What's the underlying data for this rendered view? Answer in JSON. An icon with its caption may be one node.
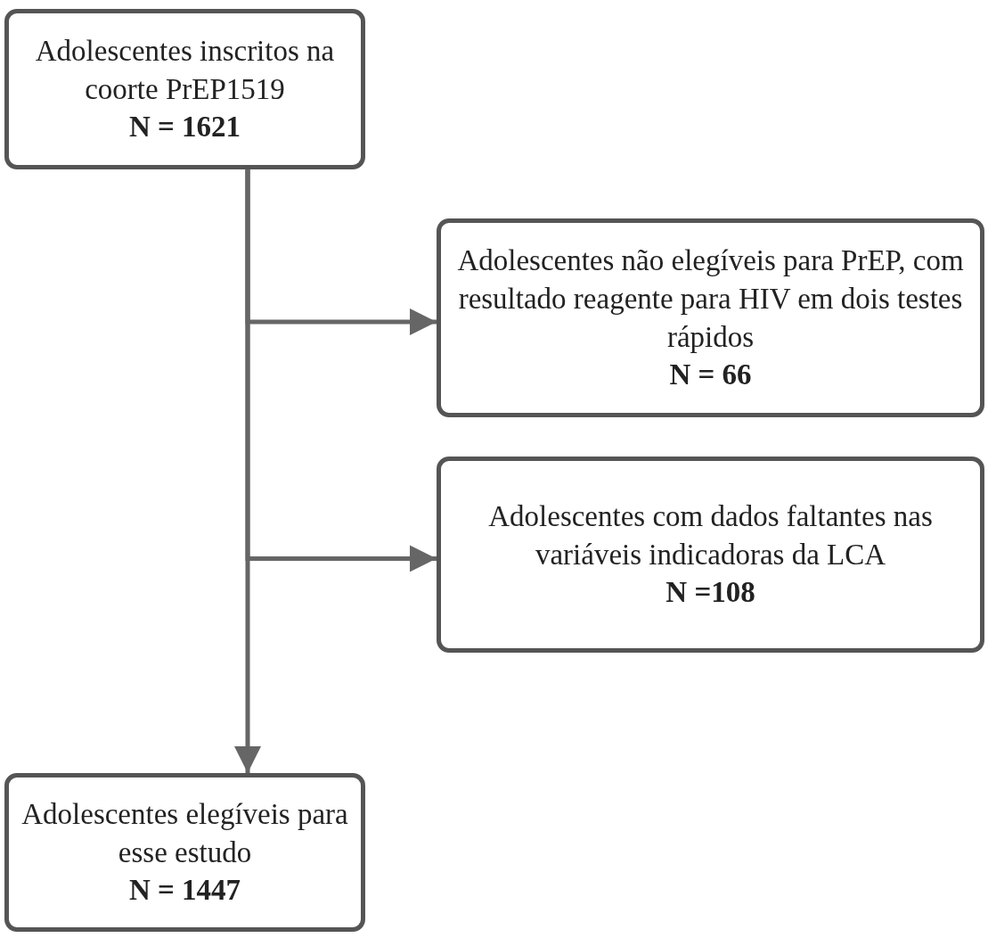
{
  "diagram": {
    "nodes": [
      {
        "text": [
          "Adolescentes inscritos na coorte PrEP1519",
          "N = 1621"
        ]
      },
      {
        "text": [
          "Adolescentes não elegíveis para PrEP, com resultado reagente para HIV em dois testes rápidos",
          "N = 66"
        ]
      },
      {
        "text": [
          "Adolescentes com dados faltantes nas variáveis indicadoras da LCA",
          "N =108"
        ]
      },
      {
        "text": [
          "Adolescentes elegíveis para esse estudo",
          "N = 1447"
        ]
      }
    ],
    "edges": [
      {
        "from": 0,
        "to": 1,
        "arrow": "to"
      },
      {
        "from": 0,
        "to": 2,
        "arrow": "to"
      },
      {
        "from": 0,
        "to": 3,
        "arrow": "to"
      }
    ]
  }
}
